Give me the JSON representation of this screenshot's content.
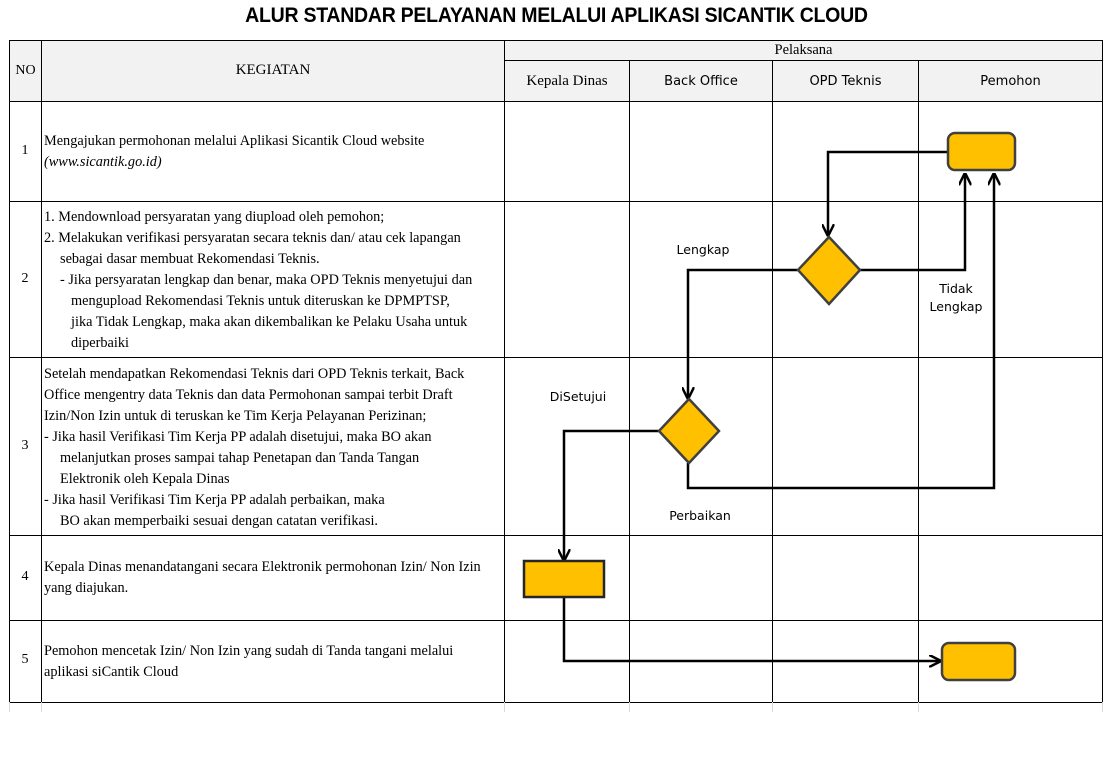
{
  "title": "ALUR STANDAR PELAYANAN MELALUI APLIKASI SICANTIK CLOUD",
  "header": {
    "no": "NO",
    "kegiatan": "KEGIATAN",
    "pelaksana": "Pelaksana",
    "roles": [
      "Kepala Dinas",
      "Back Office",
      "OPD Teknis",
      "Pemohon"
    ]
  },
  "rows": [
    {
      "no": "1",
      "lines": [
        "Mengajukan permohonan melalui Aplikasi Sicantik Cloud website",
        "(www.sicantik.go.id)"
      ]
    },
    {
      "no": "2",
      "lines": [
        "1. Mendownload persyaratan yang diupload oleh pemohon;",
        "2. Melakukan verifikasi persyaratan secara teknis dan/ atau cek lapangan",
        "sebagai dasar membuat Rekomendasi Teknis.",
        "- Jika persyaratan lengkap dan benar, maka OPD Teknis menyetujui dan",
        "mengupload Rekomendasi Teknis untuk diteruskan ke DPMPTSP,",
        "jika Tidak Lengkap, maka akan dikembalikan ke Pelaku Usaha untuk",
        "diperbaiki"
      ]
    },
    {
      "no": "3",
      "lines": [
        "Setelah mendapatkan Rekomendasi Teknis dari OPD Teknis terkait, Back",
        "Office mengentry data Teknis dan data Permohonan sampai terbit Draft",
        "Izin/Non Izin untuk di teruskan ke Tim Kerja Pelayanan Perizinan;",
        "-  Jika hasil Verifikasi Tim Kerja PP adalah disetujui, maka BO akan",
        "melanjutkan proses sampai tahap Penetapan dan Tanda Tangan",
        "Elektronik oleh Kepala Dinas",
        "-  Jika hasil Verifikasi Tim Kerja PP adalah perbaikan, maka",
        "BO akan memperbaiki sesuai dengan catatan verifikasi."
      ]
    },
    {
      "no": "4",
      "lines": [
        "Kepala Dinas menandatangani secara Elektronik permohonan Izin/ Non Izin",
        "yang diajukan."
      ]
    },
    {
      "no": "5",
      "lines": [
        "Pemohon mencetak Izin/ Non Izin yang sudah di Tanda tangani melalui",
        "aplikasi siCantik Cloud"
      ]
    }
  ],
  "flow_labels": {
    "lengkap": "Lengkap",
    "tidak_lengkap_1": "Tidak",
    "tidak_lengkap_2": "Lengkap",
    "disetujui": "DiSetujui",
    "perbaikan": "Perbaikan"
  },
  "colors": {
    "shape_fill": "#ffc000",
    "shape_stroke": "#404040",
    "header_fill": "#f2f2f2",
    "grid": "#000000"
  }
}
